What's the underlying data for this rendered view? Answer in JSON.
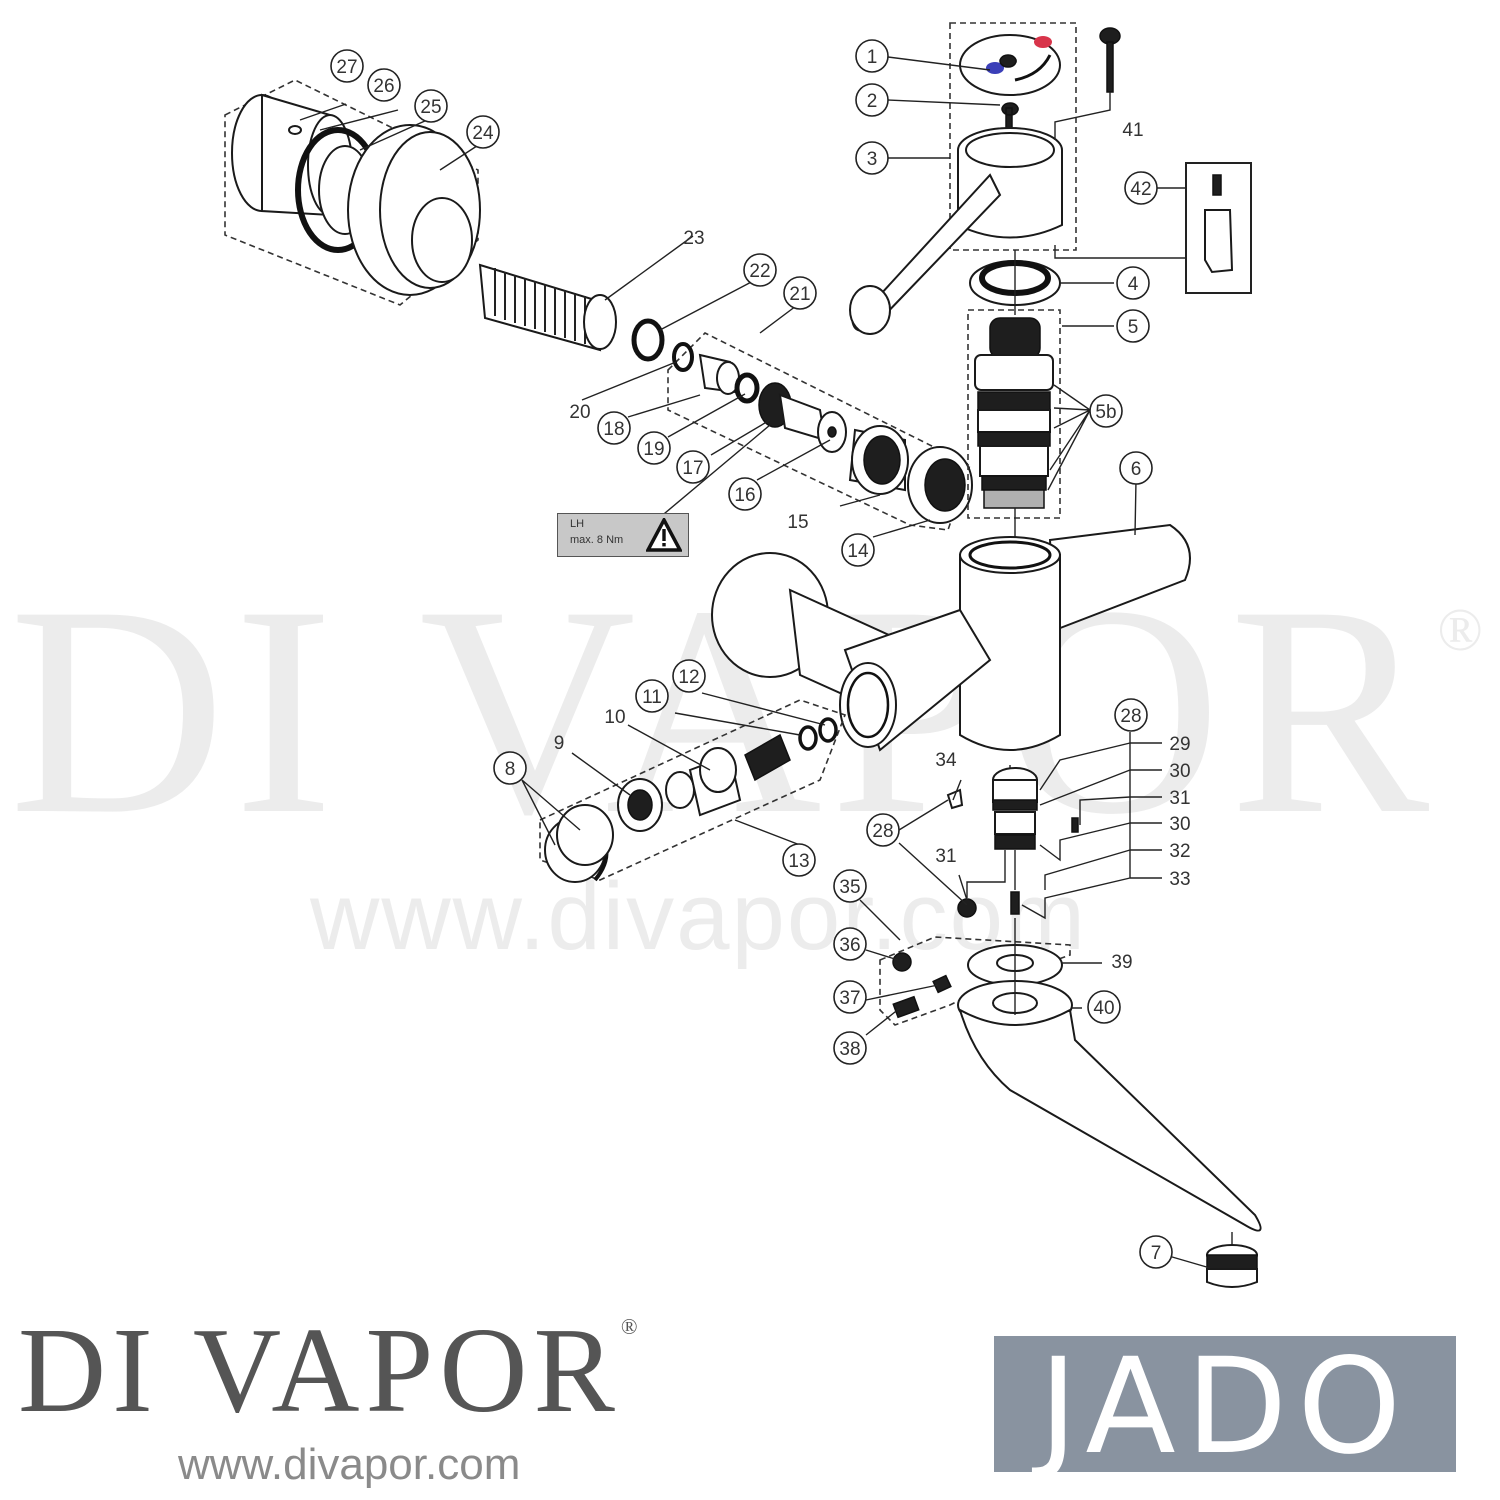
{
  "watermark": {
    "text": "DI VAPOR",
    "registered": "®",
    "url": "www.divapor.com"
  },
  "diagram": {
    "title": "Jado tap exploded parts diagram",
    "part_numbers": [
      "1",
      "2",
      "3",
      "4",
      "5",
      "5b",
      "6",
      "7",
      "8",
      "9",
      "10",
      "11",
      "12",
      "13",
      "14",
      "15",
      "16",
      "17",
      "18",
      "19",
      "20",
      "21",
      "22",
      "23",
      "24",
      "25",
      "26",
      "27",
      "28",
      "29",
      "30",
      "31",
      "32",
      "33",
      "34",
      "35",
      "36",
      "37",
      "38",
      "39",
      "40",
      "41",
      "42"
    ],
    "callouts": {
      "c1": "1",
      "c2": "2",
      "c3": "3",
      "c4": "4",
      "c5": "5",
      "c5b": "5b",
      "c6": "6",
      "c7": "7",
      "c8": "8",
      "c9": "9",
      "c10": "10",
      "c11": "11",
      "c12": "12",
      "c13": "13",
      "c14": "14",
      "c15": "15",
      "c16": "16",
      "c17": "17",
      "c18": "18",
      "c19": "19",
      "c20": "20",
      "c21": "21",
      "c22": "22",
      "c23": "23",
      "c24": "24",
      "c25": "25",
      "c26": "26",
      "c27": "27",
      "c28a": "28",
      "c28b": "28",
      "c29": "29",
      "c30a": "30",
      "c31a": "31",
      "c30b": "30",
      "c32": "32",
      "c33": "33",
      "c31b": "31",
      "c34": "34",
      "c35": "35",
      "c36": "36",
      "c37": "37",
      "c38": "38",
      "c39": "39",
      "c40": "40",
      "c41": "41",
      "c42": "42"
    },
    "warning": {
      "line1": "LH",
      "line2": "max. 8 Nm",
      "icon": "warning-triangle-icon"
    },
    "handle_cap_colors": {
      "hot": "#d8344a",
      "cold": "#3b3fb8"
    }
  },
  "branding": {
    "left_logo": {
      "name": "DI VAPOR",
      "registered": "®",
      "url": "www.divapor.com",
      "color": "#555555"
    },
    "right_logo": {
      "name": "JADO",
      "background": "#8993a0",
      "text_color": "#ffffff"
    }
  }
}
